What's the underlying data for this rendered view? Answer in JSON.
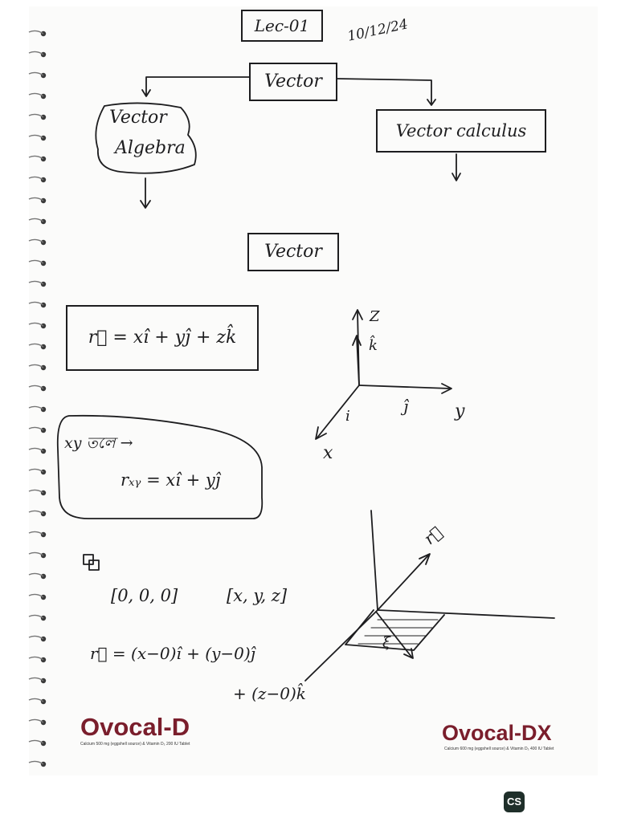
{
  "header": {
    "lecture": "Lec-01",
    "date": "10/12/24"
  },
  "mindmap": {
    "root": "Vector",
    "left_line1": "Vector",
    "left_line2": "Algebra",
    "right": "Vector calculus"
  },
  "section_title": "Vector",
  "equations": {
    "position_vector": "r⃗ = xî + yĵ + zk̂",
    "xy_plane_label": "xy তলে →",
    "xy_vector": "rₓᵧ = xî + yĵ",
    "origin": "[0, 0, 0]",
    "point": "[x, y, z]",
    "diff_line1": "r⃗ = (x−0)î + (y−0)ĵ",
    "diff_line2": "+ (z−0)k̂"
  },
  "axes": {
    "z_label": "Z",
    "k_label": "k̂",
    "i_label": "i",
    "j_label": "ĵ",
    "y_label": "y",
    "x_label": "x",
    "r_label": "r⃗",
    "xi_label": "ξ"
  },
  "footer_brands": {
    "left_name": "Ovocal-D",
    "left_sub": "Calcium 500 mg (eggshell source) & Vitamin D₃ 200 IU Tablet",
    "right_name": "Ovocal-DX",
    "right_sub": "Calcium 600 mg (eggshell source) & Vitamin D₃ 400 IU Tablet",
    "accent": "#7a1e2c"
  },
  "watermark": {
    "text": "CS",
    "icon": "camscanner-icon"
  }
}
